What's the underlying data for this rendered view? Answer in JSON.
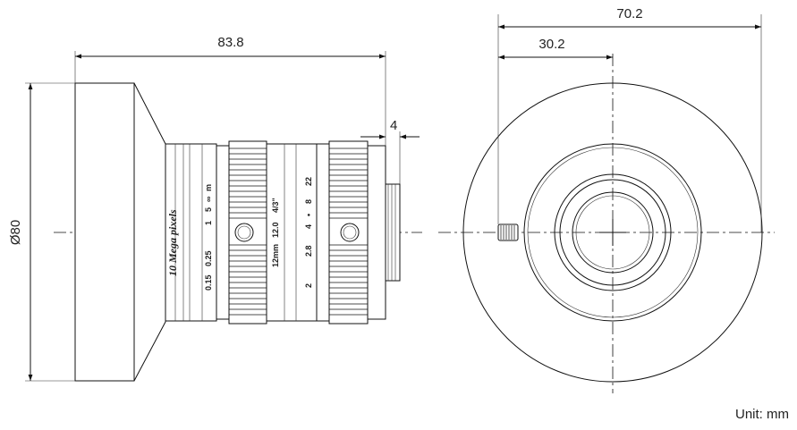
{
  "dimensions": {
    "overall_length": "83.8",
    "flange_offset": "4",
    "outer_diameter": "Ø80",
    "front_width": "70.2",
    "half_width": "30.2"
  },
  "engravings": {
    "brand": "10 Mega pixels",
    "focus_row_1": "0.15",
    "focus_row_2": "0.25",
    "focus_row_3": "1",
    "focus_row_4": "5",
    "focus_row_5": "∞",
    "focus_row_6": "m",
    "focal_length": "12mm",
    "focal_value": "12.0",
    "format": "4/3\"",
    "aperture_1": "2",
    "aperture_2": "2.8",
    "aperture_3": "4",
    "aperture_4": "•",
    "aperture_5": "8",
    "aperture_6": "22"
  },
  "unit_label": "Unit: mm"
}
